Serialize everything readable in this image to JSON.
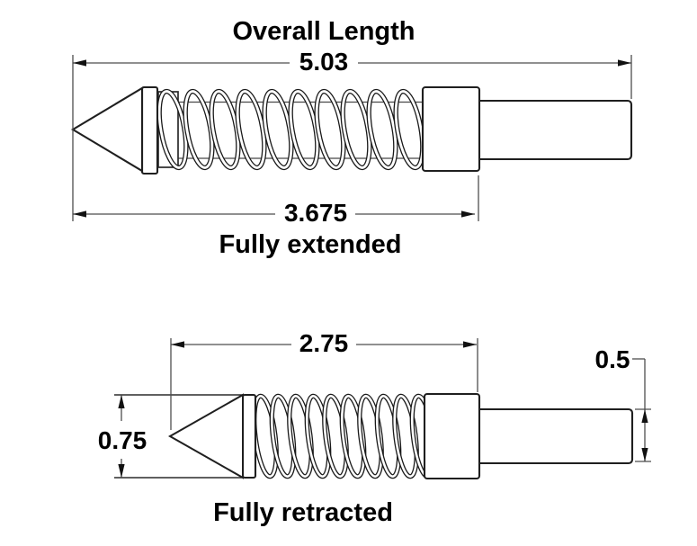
{
  "diagram": {
    "title": "Overall Length",
    "colors": {
      "background": "#ffffff",
      "outline": "#1f1f1f",
      "dimension_lines": "#4d4d4d",
      "text": "#000000"
    },
    "views": {
      "extended": {
        "caption": "Fully extended",
        "overall_length_value": "5.03",
        "extended_length_value": "3.675"
      },
      "retracted": {
        "caption": "Fully retracted",
        "retracted_length_value": "2.75",
        "tip_diameter_value": "0.75",
        "shaft_diameter_value": "0.5"
      }
    }
  }
}
